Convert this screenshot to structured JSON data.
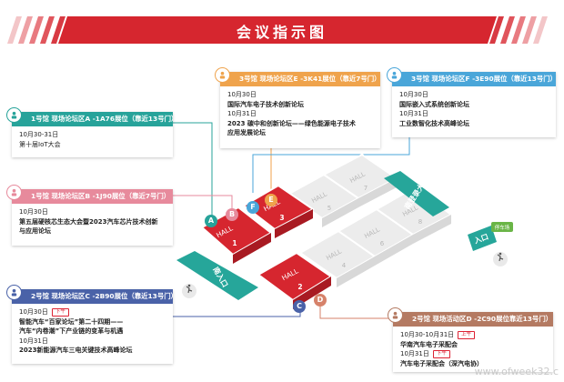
{
  "header": {
    "title": "会议指示图",
    "accent_color": "#d6262f"
  },
  "cards": {
    "a": {
      "bar": "1号馆 现场论坛区A -1A76展位（靠近13号门）",
      "line1": "10月30-31日",
      "line2": "第十届IoT大会"
    },
    "b": {
      "bar": "1号馆 现场论坛区B -1J90展位（靠近7号门）",
      "line1": "10月30日",
      "line2": "第五届硬核芯生态大会暨2023汽车芯片技术创新",
      "line3": "与应用论坛"
    },
    "c": {
      "bar": "2号馆 现场论坛区C -2B90展位（靠近13号门）",
      "line1": "10月30日",
      "tag1": "下午",
      "line2": "智能汽车“百家论坛”第二十四期——",
      "line3": "汽车“内卷潮”下产业链的变革与机遇",
      "line4": "10月31日",
      "line5": "2023新能源汽车三电关键技术高峰论坛"
    },
    "e": {
      "bar": "3号馆 现场论坛区E -3K41展位（靠近7号门）",
      "line1": "10月30日",
      "line2": "国际汽车电子技术创新论坛",
      "line3": "10月31日",
      "line4": "2023 碳中和创新论坛——绿色能源电子技术",
      "line5": "应用发展论坛"
    },
    "f": {
      "bar": "3号馆 现场论坛区F -3E90展位（靠近13号门）",
      "line1": "10月30日",
      "line2": "国际嵌入式系统创新论坛",
      "line3": "10月31日",
      "line4": "工业数智化技术高峰论坛"
    },
    "d": {
      "bar": "2号馆 现场活动区D -2C90展位靠近13号门）",
      "line1": "10月30-10月31日",
      "tag1": "上午",
      "line2": "华南汽车电子采配会",
      "line3": "10月31日",
      "tag2": "下午",
      "line4": "汽车电子采配会（深汽电协）"
    }
  },
  "map": {
    "hall1": "HALL",
    "hall1_num": "1",
    "hall2": "HALL",
    "hall2_num": "2",
    "hall3": "HALL",
    "hall3_num": "3",
    "hall4": "HALL",
    "hall4_num": "4",
    "hall5": "HALL",
    "hall5_num": "5",
    "hall6": "HALL",
    "hall6_num": "6",
    "hall7": "HALL",
    "hall7_num": "7",
    "hall8": "HALL",
    "hall8_num": "8",
    "south_entrance": "南入口",
    "south_hall": "南登录大厅",
    "entrance": "入口",
    "parking": "停车场",
    "markers": {
      "a": "A",
      "b": "B",
      "c": "C",
      "d": "D",
      "e": "E",
      "f": "F"
    }
  },
  "watermark": "www.ofweek32.c",
  "colors": {
    "hall_active": "#d6262f",
    "hall_inactive": "#ececec",
    "corridor": "#26a69a",
    "marker_a": "#27a39a",
    "marker_b": "#e78a9c",
    "marker_c": "#4a62a8",
    "marker_d": "#d6826a",
    "marker_e": "#efa34c",
    "marker_f": "#4aa6d9"
  }
}
